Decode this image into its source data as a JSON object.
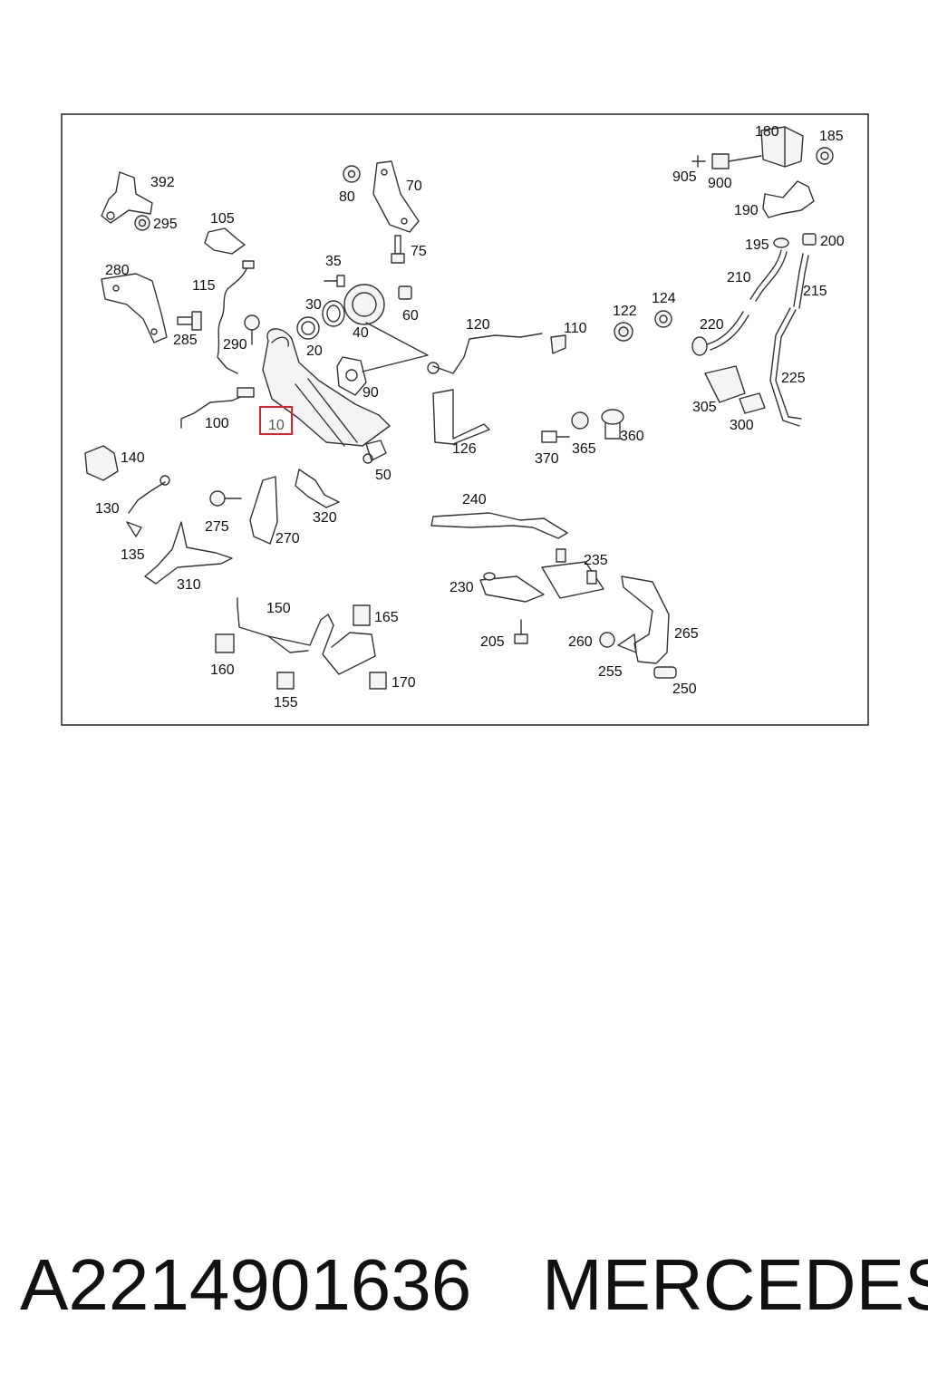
{
  "diagram": {
    "highlight_color": "#e0202a",
    "highlighted_callout": "10",
    "callouts": [
      "392",
      "295",
      "80",
      "70",
      "105",
      "75",
      "180",
      "185",
      "905",
      "900",
      "190",
      "195",
      "200",
      "35",
      "280",
      "115",
      "30",
      "60",
      "210",
      "215",
      "40",
      "122",
      "124",
      "120",
      "110",
      "285",
      "290",
      "20",
      "220",
      "90",
      "225",
      "100",
      "10",
      "305",
      "300",
      "126",
      "360",
      "370",
      "365",
      "50",
      "140",
      "130",
      "320",
      "270",
      "275",
      "240",
      "135",
      "310",
      "235",
      "230",
      "150",
      "165",
      "265",
      "205",
      "260",
      "160",
      "255",
      "170",
      "155",
      "250"
    ]
  },
  "caption": {
    "part_number": "A2214901636",
    "brand": "MERCEDES"
  }
}
